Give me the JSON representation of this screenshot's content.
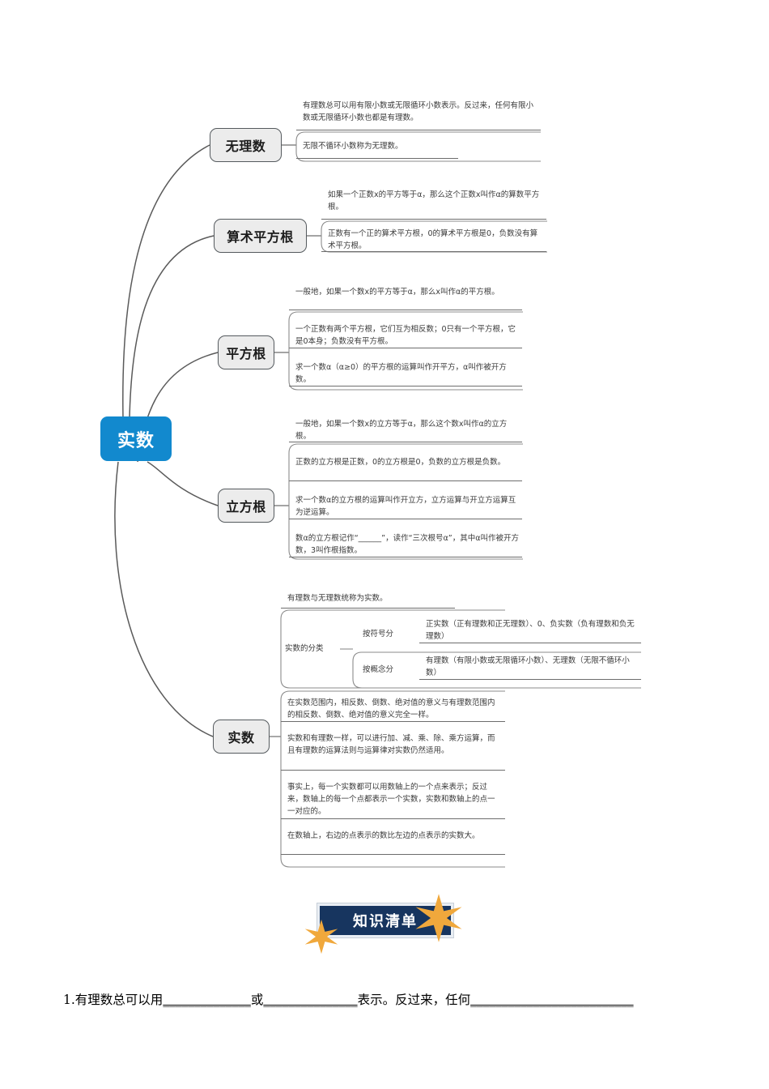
{
  "root": {
    "label": "实数",
    "color": "#1289ce"
  },
  "branches": [
    {
      "id": "irrational",
      "label": "无理数",
      "details": [
        "有理数总可以用有限小数或无限循环小数表示。反过来，任何有限小数或无限循环小数也都是有理数。",
        "无限不循环小数称为无理数。"
      ]
    },
    {
      "id": "arithmetic-square-root",
      "label": "算术平方根",
      "details": [
        "如果一个正数x的平方等于α，那么这个正数x叫作α的算数平方根。",
        "正数有一个正的算术平方根，0的算术平方根是0，负数没有算术平方根。"
      ]
    },
    {
      "id": "square-root",
      "label": "平方根",
      "details": [
        "一般地，如果一个数x的平方等于α，那么x叫作α的平方根。",
        "一个正数有两个平方根，它们互为相反数；0只有一个平方根，它是0本身；负数没有平方根。",
        "求一个数α（α≥0）的平方根的运算叫作开平方，α叫作被开方数。"
      ]
    },
    {
      "id": "cube-root",
      "label": "立方根",
      "details": [
        "一般地，如果一个数x的立方等于α，那么这个数x叫作α的立方根。",
        "正数的立方根是正数，0的立方根是0，负数的立方根是负数。",
        "求一个数α的立方根的运算叫作开立方，立方运算与开立方运算互为逆运算。",
        "数α的立方根记作“______”，读作“三次根号α”，其中α叫作被开方数，3叫作根指数。"
      ]
    },
    {
      "id": "real-number",
      "label": "实数",
      "details": [
        "有理数与无理数统称为实数。",
        "在实数范围内，相反数、倒数、绝对值的意义与有理数范围内的相反数、倒数、绝对值的意义完全一样。",
        "实数和有理数一样，可以进行加、减、乘、除、乘方运算，而且有理数的运算法则与运算律对实数仍然适用。",
        "事实上，每一个实数都可以用数轴上的一个点来表示；反过来，数轴上的每一个点都表示一个实数，实数和数轴上的点一一对应的。",
        "在数轴上，右边的点表示的数比左边的点表示的实数大。"
      ],
      "classification": {
        "label": "实数的分类",
        "items": [
          {
            "label": "按符号分",
            "text": "正实数（正有理数和正无理数）、0、负实数（负有理数和负无理数）"
          },
          {
            "label": "按概念分",
            "text": "有理数（有限小数或无限循环小数）、无理数（无限不循环小数）"
          }
        ]
      }
    }
  ],
  "banner": {
    "label": "知识清单",
    "bg": "#17355f",
    "star_color": "#f0a83c"
  },
  "question": {
    "number": "1.",
    "part1": "有理数总可以用",
    "blank1": "______________",
    "part2": "或",
    "blank2": "_______________",
    "part3": "表示。反过来，任何",
    "blank3": "__________________________"
  }
}
